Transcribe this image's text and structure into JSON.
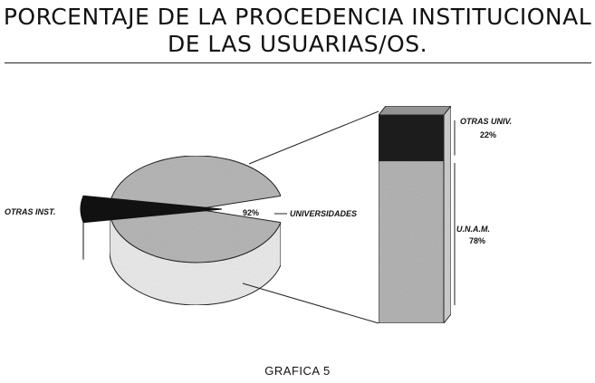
{
  "chart_data": {
    "type": "pie",
    "title_line1": "PORCENTAJE DE LA PROCEDENCIA INSTITUCIONAL",
    "title_line2": "DE LAS USUARIAS/OS.",
    "pie": {
      "slices": [
        {
          "label": "UNIVERSIDADES",
          "value": 92,
          "display": "92%",
          "color": "#b9b9b9"
        },
        {
          "label": "OTRAS INST.",
          "value": 8,
          "display": "",
          "color": "#111111"
        }
      ]
    },
    "breakdown_bar": {
      "of": "UNIVERSIDADES",
      "segments": [
        {
          "label": "U.N.A.M.",
          "value": 78,
          "display": "78%",
          "color": "#b6b6b6"
        },
        {
          "label": "OTRAS UNIV.",
          "value": 22,
          "display": "22%",
          "color": "#1c1c1c"
        }
      ]
    },
    "caption": "GRAFICA 5"
  }
}
